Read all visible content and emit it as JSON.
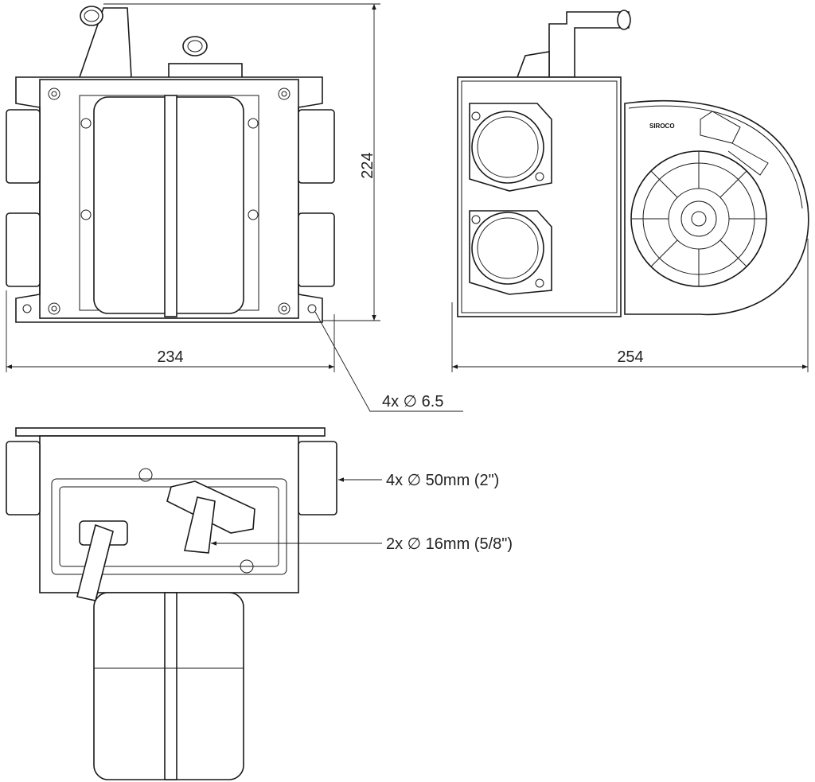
{
  "dimensions": {
    "height": "224",
    "width_front": "234",
    "width_side": "254",
    "mount_holes": "4x ∅ 6.5",
    "outlets": "4x ∅ 50mm (2\")",
    "pipes": "2x ∅ 16mm (5/8\")"
  },
  "logo": "SIROCO"
}
